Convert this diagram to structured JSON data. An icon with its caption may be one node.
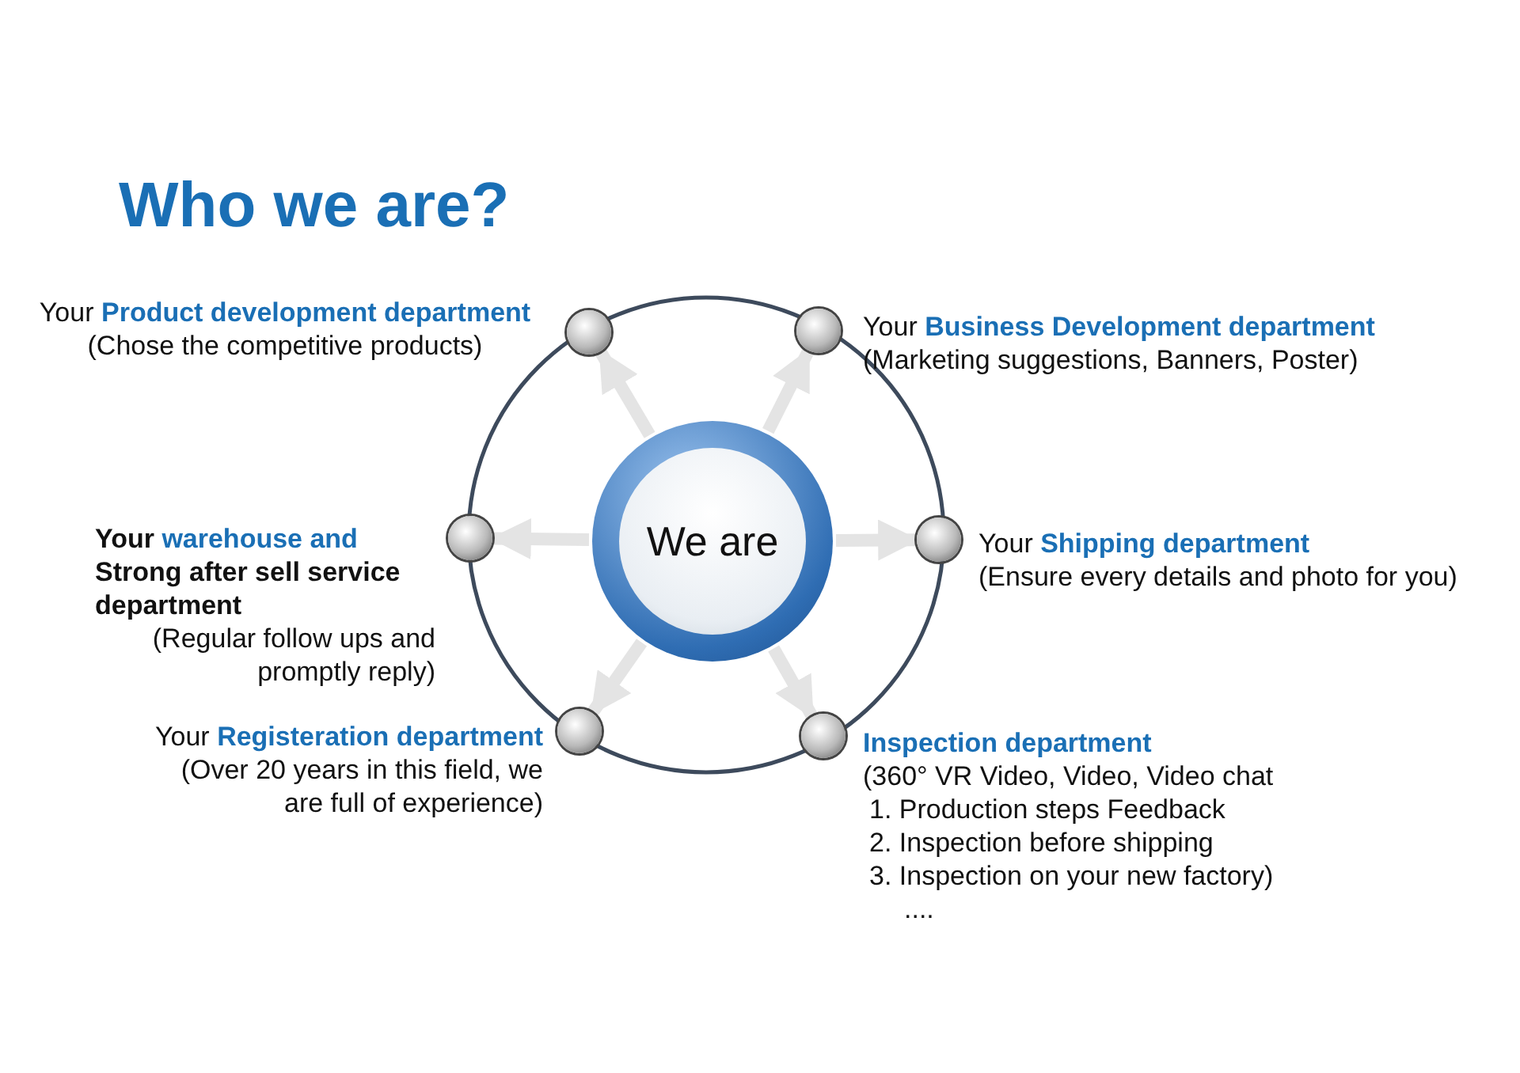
{
  "diagram": {
    "title": "Who we are?",
    "nodes": [
      {
        "text": [
          "We are"
        ]
      },
      {
        "text": [],
        "shape": "circle",
        "beside": [
          "Your **Product development department**",
          "(Chose the competitive products)"
        ]
      },
      {
        "text": [],
        "shape": "circle",
        "beside": [
          "Your **Business Development department**",
          "(Marketing suggestions, Banners, Poster)"
        ]
      },
      {
        "text": [],
        "shape": "circle",
        "beside": [
          "Your **warehouse and** Strong after sell service department",
          "(Regular follow ups and promptly reply)"
        ]
      },
      {
        "text": [],
        "shape": "circle",
        "beside": [
          "Your **Shipping department**",
          "(Ensure every details and photo for you)"
        ]
      },
      {
        "text": [],
        "shape": "circle",
        "beside": [
          "Your **Registeration department**",
          "(Over 20 years in this field, we are full of experience)"
        ]
      },
      {
        "text": [],
        "shape": "circle",
        "beside": [
          "Inspection department",
          "(360° VR Video, Video, Video chat",
          "1. Production steps Feedback",
          "2. Inspection before shipping",
          "3. Inspection on your new factory)",
          "...."
        ]
      }
    ],
    "edges": [
      {
        "from": 0,
        "to": 1,
        "arrow": "to"
      },
      {
        "from": 0,
        "to": 2,
        "arrow": "to"
      },
      {
        "from": 0,
        "to": 3,
        "arrow": "to"
      },
      {
        "from": 0,
        "to": 4,
        "arrow": "to"
      },
      {
        "from": 0,
        "to": 5,
        "arrow": "to"
      },
      {
        "from": 0,
        "to": 6,
        "arrow": "to"
      }
    ]
  }
}
